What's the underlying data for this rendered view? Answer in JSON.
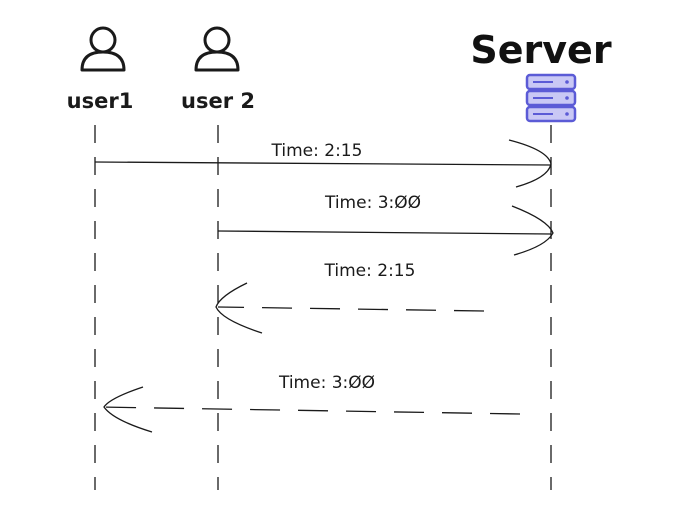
{
  "diagram": {
    "actors": [
      {
        "id": "user1",
        "label": "user1",
        "kind": "person"
      },
      {
        "id": "user2",
        "label": "user 2",
        "kind": "person"
      },
      {
        "id": "server",
        "label": "Server",
        "kind": "server"
      }
    ],
    "messages": [
      {
        "from": "user1",
        "to": "server",
        "label": "Time: 2:15",
        "style": "solid"
      },
      {
        "from": "user2",
        "to": "server",
        "label": "Time: 3:ØØ",
        "style": "solid"
      },
      {
        "from": "server",
        "to": "user2",
        "label": "Time: 2:15",
        "style": "dashed"
      },
      {
        "from": "server",
        "to": "user1",
        "label": "Time: 3:ØØ",
        "style": "dashed"
      }
    ],
    "colors": {
      "stroke": "#1a1a1a",
      "server_icon": "#5b5bd6",
      "server_icon_fill": "#c9c8f5"
    }
  }
}
